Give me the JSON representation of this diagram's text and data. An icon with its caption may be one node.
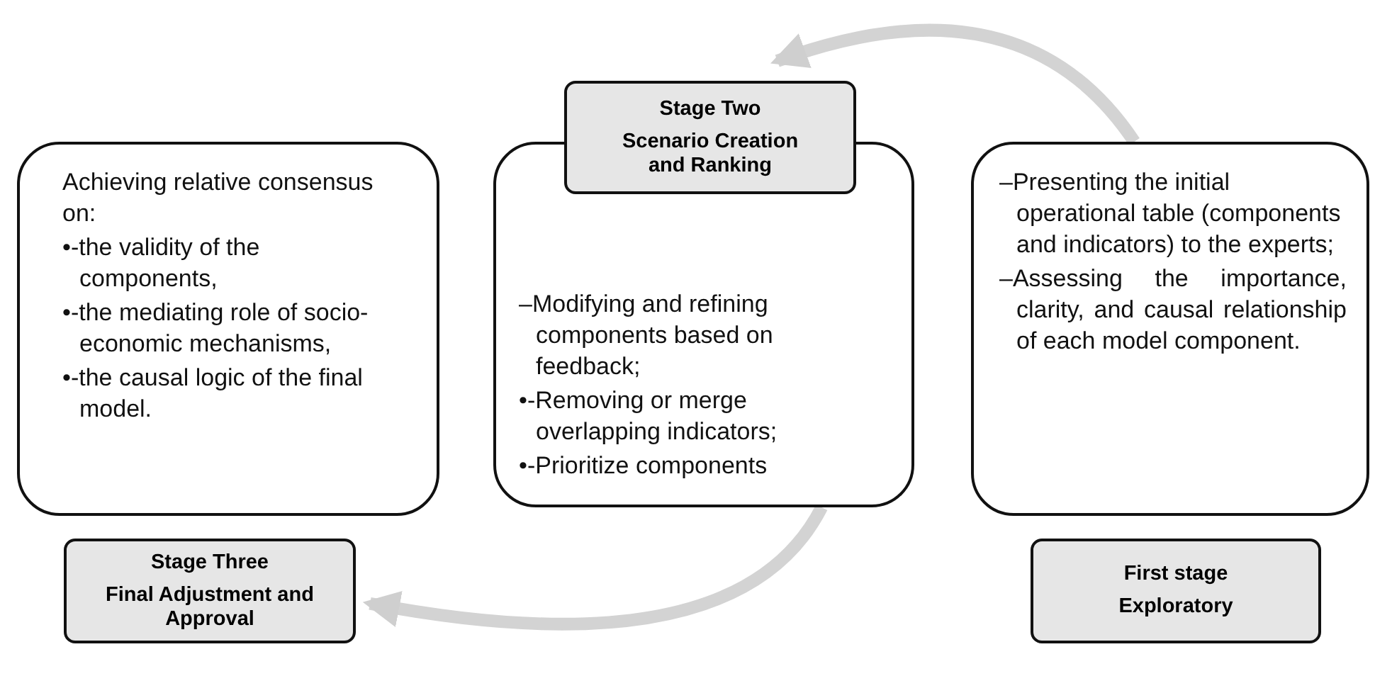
{
  "diagram": {
    "nodes": [
      {
        "text": [
          "Stage Two",
          "Scenario Creation and Ranking"
        ]
      },
      {
        "text": [
          "Achieving relative consensus on:",
          "•-the validity of the components,",
          "•-the mediating role of socio-economic mechanisms,",
          "•-the causal logic of the final model."
        ]
      },
      {
        "text": [
          "–Modifying and refining components based on feedback;",
          "•-Removing or merge overlapping indicators;",
          "•-Prioritize components"
        ]
      },
      {
        "text": [
          "–Presenting the initial operational table (components and indicators) to the experts;",
          "–Assessing the importance, clarity, and causal relationship of each model component."
        ]
      },
      {
        "text": [
          "Stage Three",
          "Final Adjustment and Approval"
        ]
      },
      {
        "text": [
          "First stage",
          "Exploratory"
        ]
      }
    ],
    "edges": [
      {
        "from": 3,
        "to": 0,
        "arrow": "to"
      },
      {
        "from": 2,
        "to": 4,
        "arrow": "to"
      }
    ]
  }
}
